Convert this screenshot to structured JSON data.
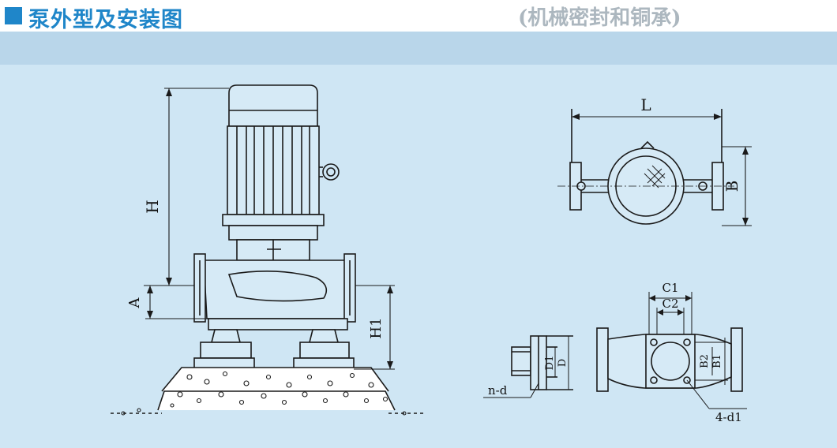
{
  "header": {
    "title": "泵外型及安装图",
    "bleed_text": "(机械密封和铜承)",
    "accent_color": "#1f86c9"
  },
  "figure": {
    "side_view": {
      "H": "H",
      "A": "A",
      "H1": "H1"
    },
    "top_view": {
      "L": "L",
      "B": "B"
    },
    "flange_view": {
      "D1": "D1",
      "D": "D",
      "nd": "n-d"
    },
    "base_view": {
      "C1": "C1",
      "C2": "C2",
      "B2": "B2",
      "B1": "B1",
      "d1": "4-d1"
    }
  },
  "colors": {
    "band": "#cfe6f4",
    "line": "#1a1a1a"
  }
}
